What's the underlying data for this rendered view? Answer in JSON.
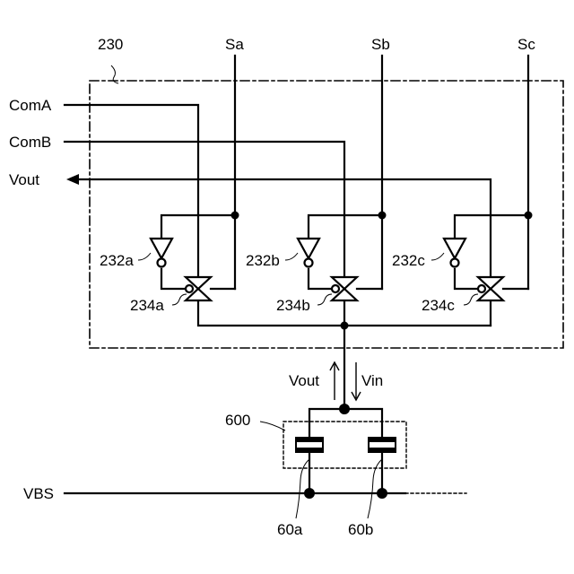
{
  "labels": {
    "block": "230",
    "sa": "Sa",
    "sb": "Sb",
    "sc": "Sc",
    "com_a": "ComA",
    "com_b": "ComB",
    "vout": "Vout",
    "inv_a": "232a",
    "inv_b": "232b",
    "inv_c": "232c",
    "tg_a": "234a",
    "tg_b": "234b",
    "tg_c": "234c",
    "arrow_vout": "Vout",
    "arrow_vin": "Vin",
    "element": "600",
    "vbs": "VBS",
    "cap_a": "60a",
    "cap_b": "60b"
  }
}
